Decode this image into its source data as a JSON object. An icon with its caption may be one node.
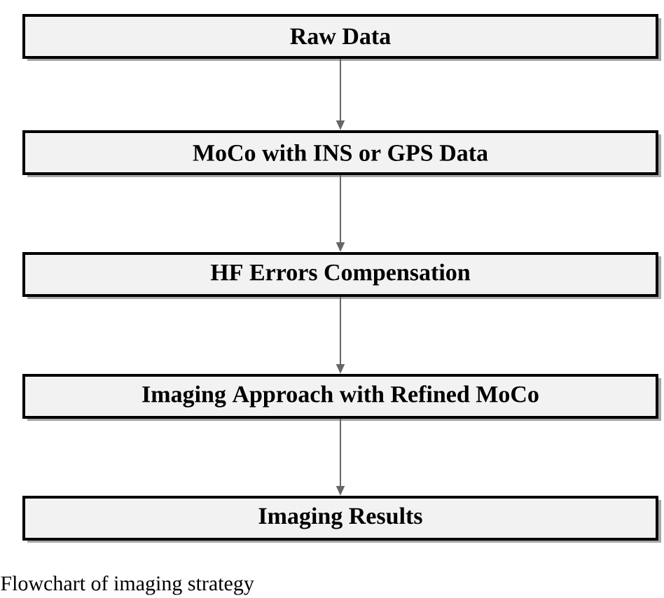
{
  "diagram": {
    "caption": "Flowchart of imaging strategy",
    "nodes": [
      {
        "text": [
          "Raw  Data"
        ]
      },
      {
        "text": [
          "MoCo with INS or GPS Data"
        ]
      },
      {
        "text": [
          "HF Errors Compensation"
        ]
      },
      {
        "text": [
          "Imaging Approach with Refined MoCo"
        ]
      },
      {
        "text": [
          "Imaging Results"
        ]
      }
    ],
    "edges": [
      {
        "from": 0,
        "to": 1,
        "arrow": "to"
      },
      {
        "from": 1,
        "to": 2,
        "arrow": "to"
      },
      {
        "from": 2,
        "to": 3,
        "arrow": "to"
      },
      {
        "from": 3,
        "to": 4,
        "arrow": "to"
      }
    ]
  }
}
